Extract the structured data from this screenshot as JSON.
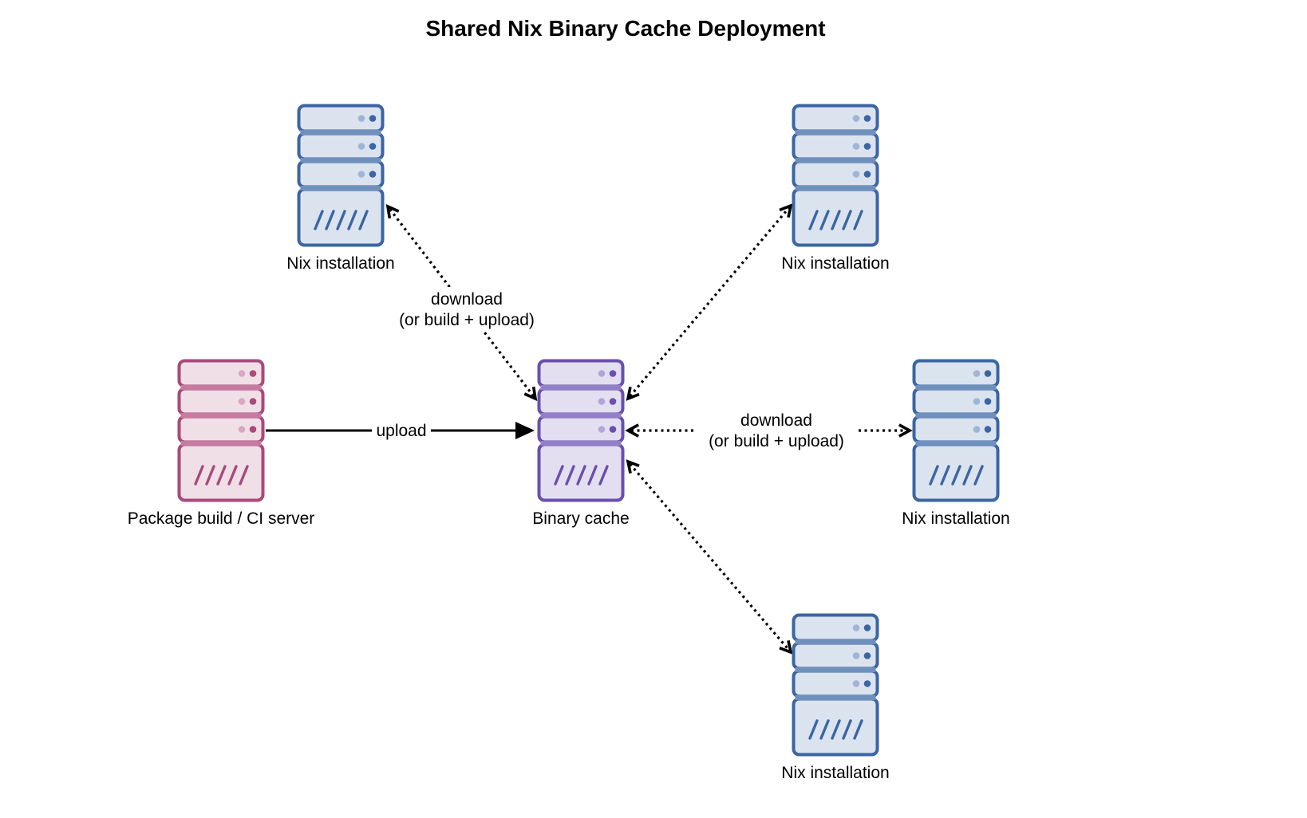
{
  "title": "Shared Nix Binary Cache Deployment",
  "palettes": {
    "blue": {
      "stroke": "#3b65a3",
      "fill": "#dbe3ef",
      "divider": "#6f8fbd",
      "dot_light": "#9fb5d6",
      "dot_dark": "#3b65a3"
    },
    "purple": {
      "stroke": "#6a4fae",
      "fill": "#e3dff0",
      "divider": "#937fc8",
      "dot_light": "#b2a6d8",
      "dot_dark": "#6a4fae"
    },
    "pink": {
      "stroke": "#a84a7a",
      "fill": "#f1dfe8",
      "divider": "#c47b9f",
      "dot_light": "#dba7c2",
      "dot_dark": "#a84a7a"
    }
  },
  "nodes": [
    {
      "id": "ci",
      "label": "Package build / CI server",
      "color": "pink",
      "role": "build-server"
    },
    {
      "id": "cache",
      "label": "Binary cache",
      "color": "purple",
      "role": "binary-cache"
    },
    {
      "id": "nix_tl",
      "label": "Nix installation",
      "color": "blue",
      "role": "client"
    },
    {
      "id": "nix_tr",
      "label": "Nix installation",
      "color": "blue",
      "role": "client"
    },
    {
      "id": "nix_r",
      "label": "Nix installation",
      "color": "blue",
      "role": "client"
    },
    {
      "id": "nix_br",
      "label": "Nix installation",
      "color": "blue",
      "role": "client"
    }
  ],
  "edges": [
    {
      "from": "ci",
      "to": "cache",
      "style": "solid",
      "direction": "forward",
      "label": [
        "upload"
      ]
    },
    {
      "from": "nix_tl",
      "to": "cache",
      "style": "dotted",
      "direction": "both",
      "label": [
        "download",
        "(or build + upload)"
      ]
    },
    {
      "from": "nix_tr",
      "to": "cache",
      "style": "dotted",
      "direction": "both",
      "label": []
    },
    {
      "from": "cache",
      "to": "nix_r",
      "style": "dotted",
      "direction": "both",
      "label": [
        "download",
        "(or build + upload)"
      ]
    },
    {
      "from": "nix_br",
      "to": "cache",
      "style": "dotted",
      "direction": "both",
      "label": []
    }
  ]
}
